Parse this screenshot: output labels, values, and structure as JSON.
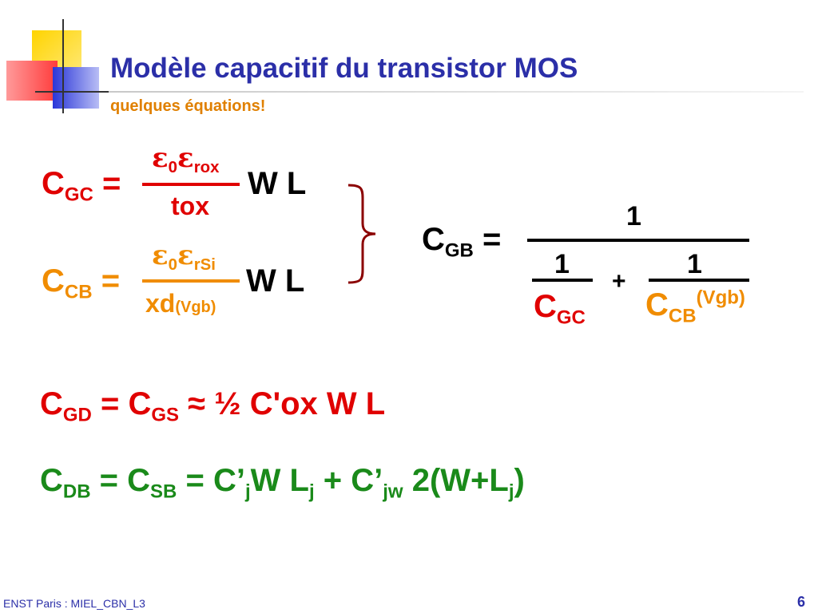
{
  "slide": {
    "title": "Modèle capacitif du transistor MOS",
    "subtitle": "quelques équations!",
    "footer_left": "ENST Paris : MIEL_CBN_L3",
    "page_number": "6"
  },
  "cgc": {
    "c": "C",
    "sub": "GC",
    "eq": "=",
    "num_e0": "ε",
    "num_0": "0",
    "num_er": "ε",
    "num_sub": "rox",
    "den": "tox",
    "wl": "W L"
  },
  "ccb": {
    "c": "C",
    "sub": "CB",
    "eq": "=",
    "num_e0": "ε",
    "num_0": "0",
    "num_er": "ε",
    "num_sub": "rSi",
    "den": "xd",
    "den_sub": "(Vgb)",
    "wl": "W L"
  },
  "cgb": {
    "c": "C",
    "sub": "GB",
    "eq": "=",
    "num": "1",
    "f1_num": "1",
    "f1_den": "C",
    "f1_den_sub": "GC",
    "plus": "+",
    "f2_num": "1",
    "f2_den": "C",
    "f2_den_sub": "CB",
    "f2_den_sup": "(Vgb)"
  },
  "cgd": {
    "c1": "C",
    "sub1": "GD",
    "eq": " = ",
    "c2": "C",
    "sub2": "GS",
    "rest": " ≈ ½ C'ox W L"
  },
  "cdb": {
    "c1": "C",
    "sub1": "DB",
    "eq1": " = ",
    "c2": "C",
    "sub2": "SB",
    "eq2": " = C’",
    "sub3": "j",
    "mid": "W L",
    "sub4": "j",
    "plus": " + C’",
    "sub5": "jw",
    "tail": " 2(W+L",
    "sub6": "j",
    "close": ")"
  },
  "colors": {
    "title": "#2b2fa8",
    "accent_red": "#e00000",
    "accent_orange": "#f08c00",
    "accent_green": "#1a8a1a",
    "brace": "#8b0000"
  }
}
